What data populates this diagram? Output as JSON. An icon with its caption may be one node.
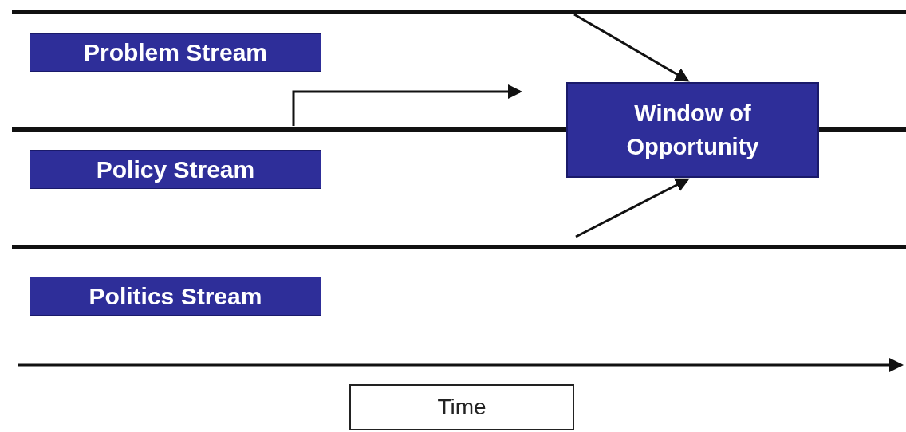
{
  "diagram": {
    "nodes": [
      {
        "text": [
          "Problem Stream"
        ]
      },
      {
        "text": [
          "Policy Stream"
        ]
      },
      {
        "text": [
          "Politics Stream"
        ]
      },
      {
        "text": [
          "Window of Opportunity"
        ]
      },
      {
        "text": [
          "Time"
        ]
      }
    ],
    "edges": [
      {
        "from": null,
        "to": 3,
        "arrow": "to"
      },
      {
        "from": null,
        "to": 3,
        "arrow": "to"
      }
    ]
  }
}
